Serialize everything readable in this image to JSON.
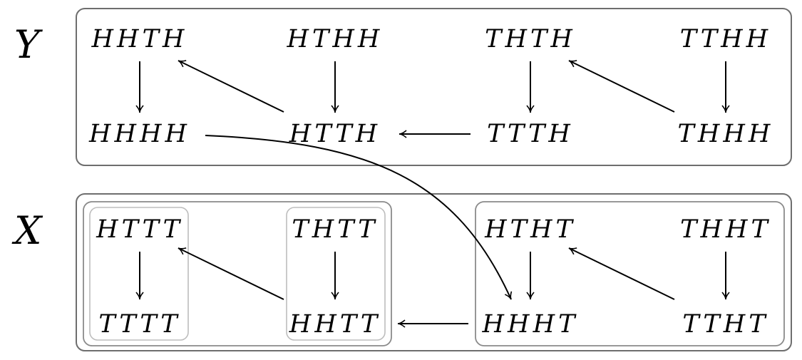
{
  "groups": {
    "y": {
      "label": "Y"
    },
    "x": {
      "label": "X"
    }
  },
  "nodes": {
    "hhth": "HHTH",
    "hthh": "HTHH",
    "thth": "THTH",
    "tthh": "TTHH",
    "hhhh": "HHHH",
    "htth": "HTTH",
    "ttth": "TTTH",
    "thhh": "THHH",
    "httt": "HTTT",
    "thtt": "THTT",
    "htht": "HTHT",
    "thht": "THHT",
    "tttt": "TTTT",
    "hhtt": "HHTT",
    "hhht": "HHHT",
    "ttht": "TTHT"
  },
  "edges": [
    {
      "from": "hhth",
      "to": "hhhh"
    },
    {
      "from": "hthh",
      "to": "htth"
    },
    {
      "from": "thth",
      "to": "ttth"
    },
    {
      "from": "tthh",
      "to": "thhh"
    },
    {
      "from": "htth",
      "to": "hhth"
    },
    {
      "from": "thhh",
      "to": "thth"
    },
    {
      "from": "ttth",
      "to": "htth"
    },
    {
      "from": "hhhh",
      "to": "hhht"
    },
    {
      "from": "httt",
      "to": "tttt"
    },
    {
      "from": "thtt",
      "to": "hhtt"
    },
    {
      "from": "hhtt",
      "to": "httt"
    },
    {
      "from": "htht",
      "to": "hhht"
    },
    {
      "from": "thht",
      "to": "ttht"
    },
    {
      "from": "ttht",
      "to": "htht"
    },
    {
      "from": "hhht",
      "to": "hhtt"
    }
  ]
}
